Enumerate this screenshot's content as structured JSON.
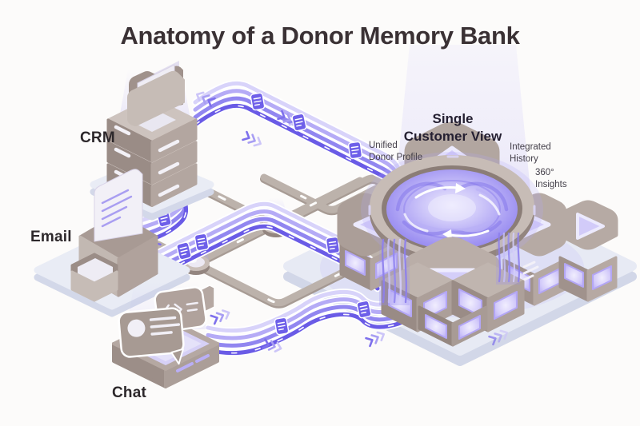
{
  "title": "Anatomy of a Donor Memory Bank",
  "sources": {
    "crm": {
      "label": "CRM"
    },
    "email": {
      "label": "Email"
    },
    "chat": {
      "label": "Chat"
    }
  },
  "hub": {
    "title": "Single\nCustomer View",
    "features": {
      "unified": "Unified\nDonor Profile",
      "integrated": "Integrated\nHistory",
      "insights": "360°\nInsights"
    }
  },
  "colors": {
    "title_text": "#3a3134",
    "label_text": "#2d282b",
    "caption_text": "#44404a",
    "accent_dark": "#6a5be6",
    "accent_mid": "#9186f0",
    "accent_light": "#d8d3fa",
    "packet": "#6e5fe9",
    "structure_taupe": "#a89b95",
    "platform": "#e8ebf4"
  }
}
